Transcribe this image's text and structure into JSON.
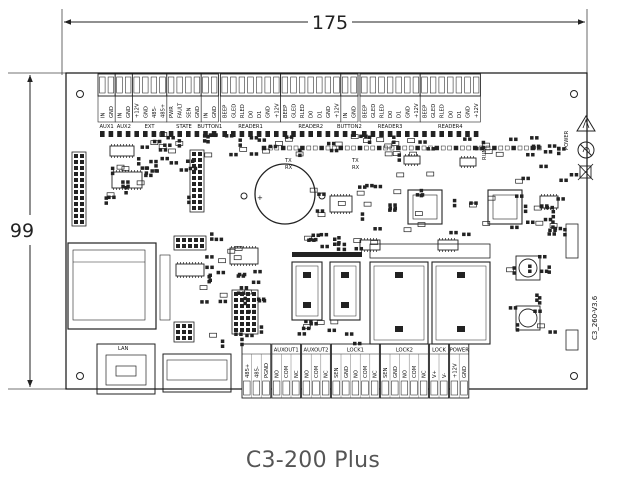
{
  "dimensions": {
    "width": "175",
    "height": "99"
  },
  "caption": "C3-200 Plus",
  "board_version": "C3_260-V3.6",
  "top_connectors": [
    {
      "pins": [
        "IN",
        "GND"
      ],
      "group": "AUX1"
    },
    {
      "pins": [
        "IN",
        "GND"
      ],
      "group": "AUX2"
    },
    {
      "pins": [
        "+12V",
        "GND",
        "485-",
        "485+"
      ],
      "group": "EXT"
    },
    {
      "pins": [
        "PWR",
        "FAULT",
        "SEN",
        "GND"
      ],
      "group": "STATE"
    },
    {
      "pins": [
        "IN",
        "GND"
      ],
      "group": "BUTTON1"
    },
    {
      "pins": [
        "BEEP",
        "GLED",
        "RLED",
        "D0",
        "D1",
        "GND",
        "+12V"
      ],
      "group": "READER1"
    },
    {
      "pins": [
        "BEEP",
        "GLED",
        "RLED",
        "D0",
        "D1",
        "GND",
        "+12V"
      ],
      "group": "READER2"
    },
    {
      "pins": [
        "IN",
        "GND"
      ],
      "group": "BUTTON2"
    },
    {
      "pins": [
        "BEEP",
        "GLED",
        "RLED",
        "D0",
        "D1",
        "GND",
        "+12V"
      ],
      "group": "READER3"
    },
    {
      "pins": [
        "BEEP",
        "GLED",
        "RLED",
        "D0",
        "D1",
        "GND",
        "+12V"
      ],
      "group": "READER4"
    }
  ],
  "bottom_connectors": [
    {
      "pins": [
        "485+",
        "485-",
        "PGND"
      ],
      "group": ""
    },
    {
      "pins": [
        "NO",
        "COM",
        "NC"
      ],
      "group": "AUXOUT1"
    },
    {
      "pins": [
        "NO",
        "COM",
        "NC"
      ],
      "group": "AUXOUT2"
    },
    {
      "pins": [
        "SEN",
        "GND",
        "NO",
        "COM",
        "NC"
      ],
      "group": "LOCK1"
    },
    {
      "pins": [
        "SEN",
        "GND",
        "NO",
        "COM",
        "NC"
      ],
      "group": "LOCK2"
    },
    {
      "pins": [
        "V+",
        "V-"
      ],
      "group": "LOCK"
    },
    {
      "pins": [
        "+12V",
        "GND"
      ],
      "group": "POWER"
    }
  ],
  "labels": {
    "lan": "LAN",
    "tx": "TX",
    "rx": "RX",
    "run": "RUN",
    "power": "POWER",
    "lock": "LOCK"
  }
}
